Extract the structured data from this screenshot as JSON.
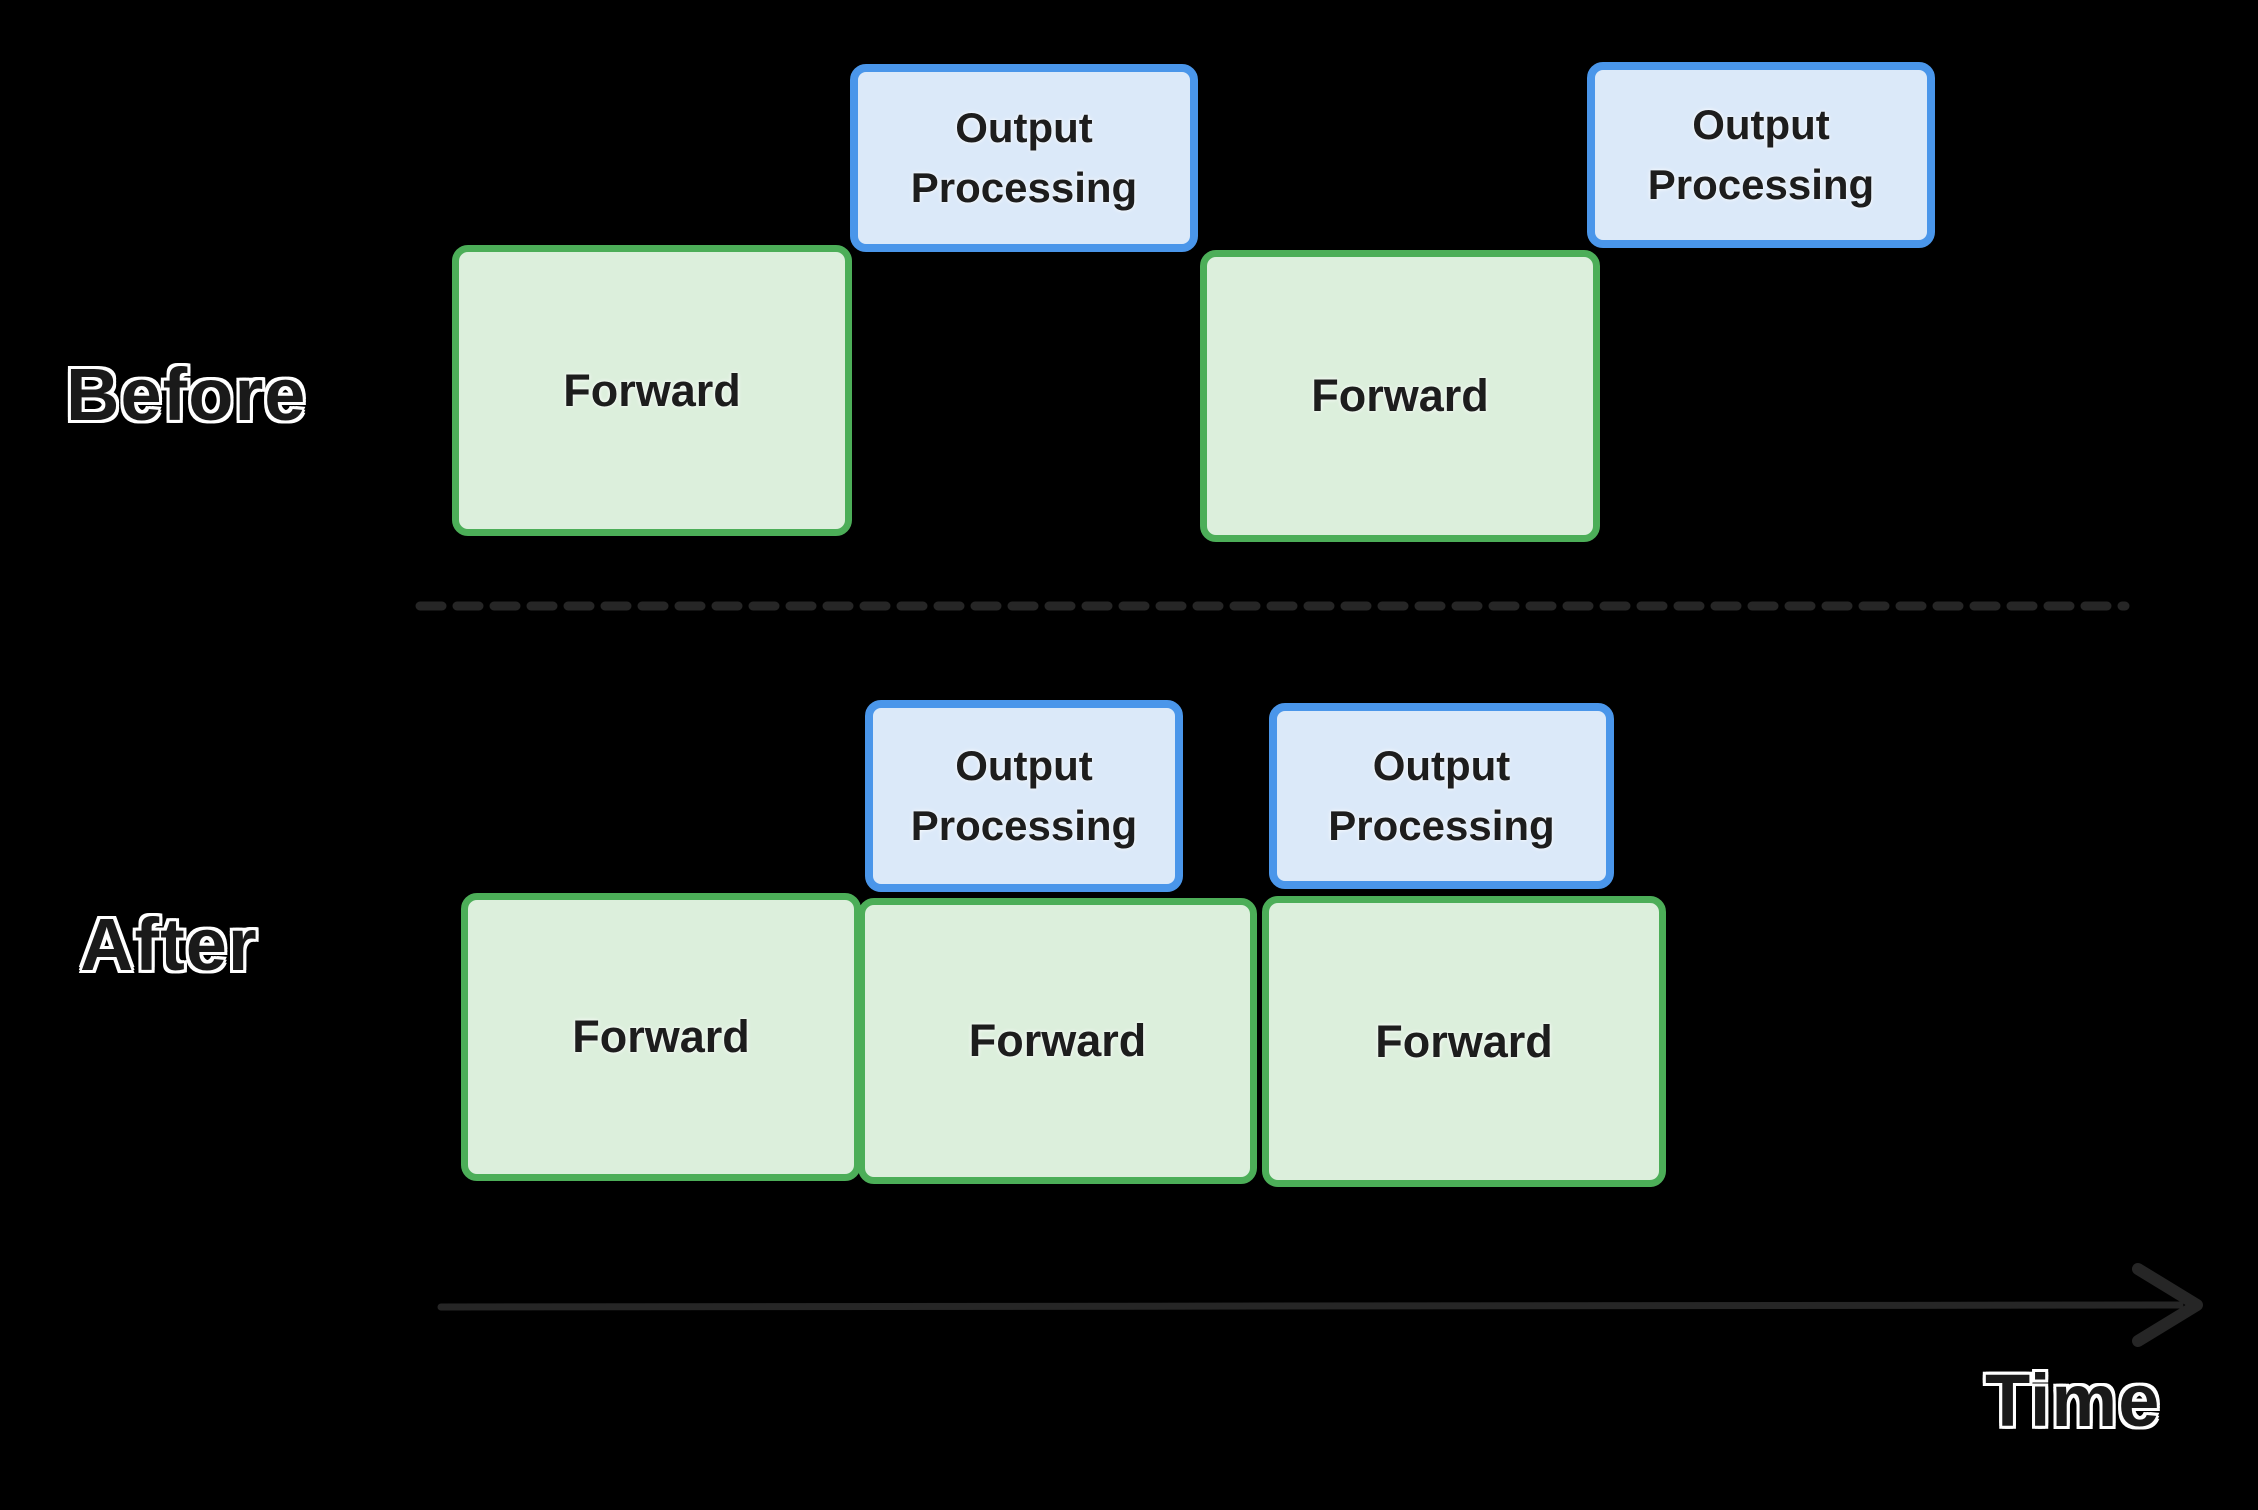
{
  "labels": {
    "before": "Before",
    "after": "After",
    "time": "Time"
  },
  "boxes": [
    {
      "row": "before",
      "type": "forward",
      "label": "Forward"
    },
    {
      "row": "before",
      "type": "output",
      "label": "Output Processing"
    },
    {
      "row": "before",
      "type": "forward",
      "label": "Forward"
    },
    {
      "row": "before",
      "type": "output",
      "label": "Output Processing"
    },
    {
      "row": "after",
      "type": "output",
      "label": "Output Processing"
    },
    {
      "row": "after",
      "type": "output",
      "label": "Output Processing"
    },
    {
      "row": "after",
      "type": "forward",
      "label": "Forward"
    },
    {
      "row": "after",
      "type": "forward",
      "label": "Forward"
    },
    {
      "row": "after",
      "type": "forward",
      "label": "Forward"
    }
  ],
  "rows": [
    {
      "label": "Before",
      "sequence": [
        "Forward",
        "Output Processing",
        "Forward",
        "Output Processing"
      ]
    },
    {
      "label": "After",
      "sequence": [
        "Forward",
        "Forward",
        "Forward"
      ],
      "overlapped": [
        "Output Processing",
        "Output Processing"
      ]
    }
  ],
  "colors": {
    "bg": "#000000",
    "forward_fill": "#dcefdc",
    "forward_border": "#4cae58",
    "output_fill": "#dbe9f9",
    "output_border": "#4a96ea",
    "box_text": "#1d1d1d",
    "label_text": "#1a1a1a",
    "label_outline": "#ffffff",
    "line": "#262626"
  }
}
